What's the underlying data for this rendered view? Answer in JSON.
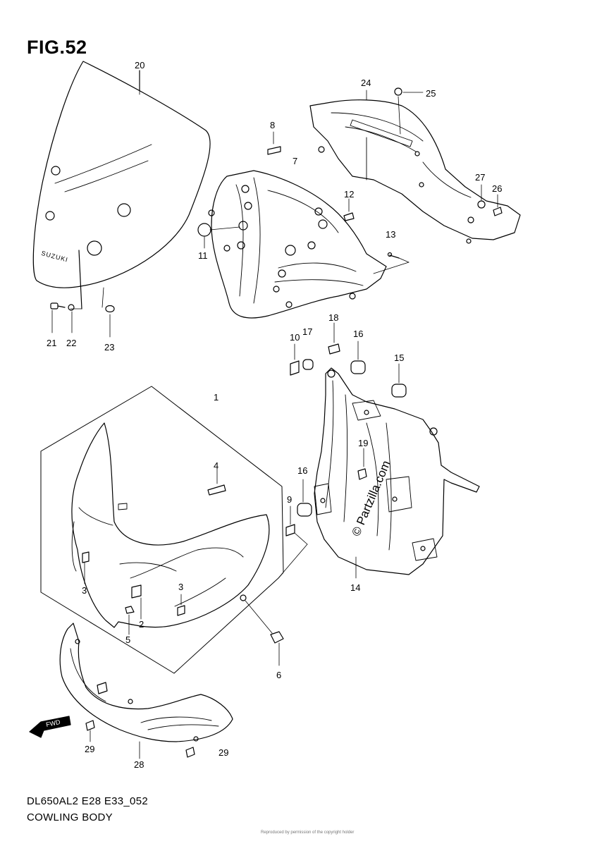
{
  "figure": {
    "title": "FIG.52",
    "model_code": "DL650AL2 E28 E33_052",
    "section_name": "COWLING BODY",
    "fine_print": "Reproduced by permission of the copyright holder"
  },
  "brand_on_windscreen": "SUZUKI",
  "fwd_arrow_text": "FWD",
  "watermark": "© Partzilla.com",
  "callouts": [
    "1",
    "2",
    "3",
    "3",
    "4",
    "5",
    "6",
    "7",
    "8",
    "9",
    "10",
    "11",
    "12",
    "13",
    "14",
    "15",
    "16",
    "16",
    "17",
    "18",
    "19",
    "20",
    "21",
    "22",
    "23",
    "24",
    "25",
    "26",
    "27",
    "28",
    "29",
    "29"
  ]
}
